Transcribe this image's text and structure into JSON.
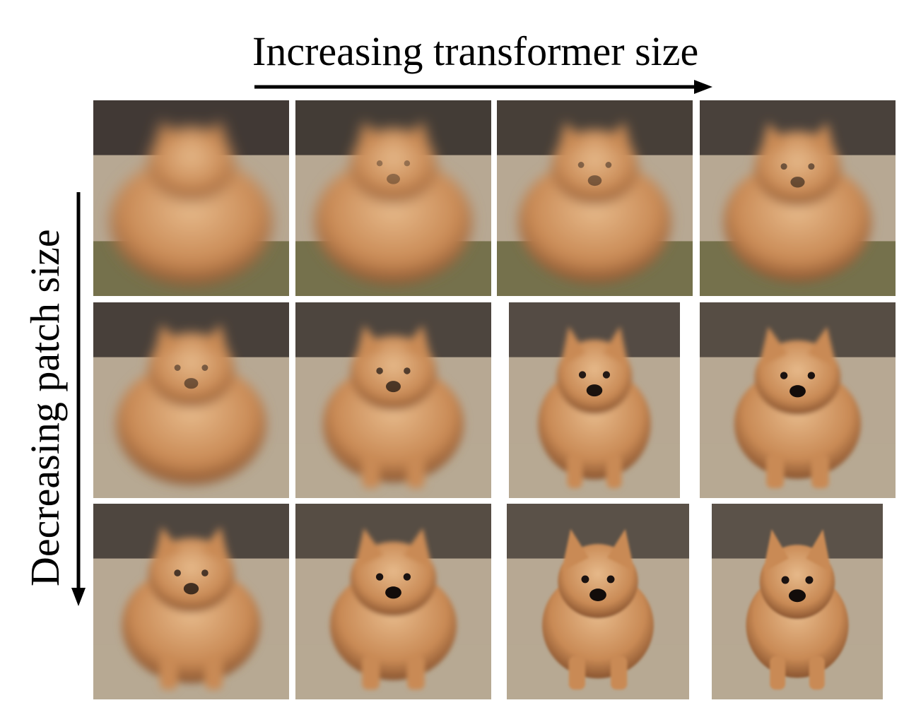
{
  "figure": {
    "column_axis_label": "Increasing transformer size",
    "row_axis_label": "Decreasing patch size",
    "grid": {
      "rows": 3,
      "columns": 4
    }
  },
  "samples": [
    {
      "row": 1,
      "col": 1,
      "quality": 0.05,
      "dog": "corgi-like blurry"
    },
    {
      "row": 1,
      "col": 2,
      "quality": 0.15,
      "dog": "blurry terrier"
    },
    {
      "row": 1,
      "col": 3,
      "quality": 0.25,
      "dog": "blurry terrier"
    },
    {
      "row": 1,
      "col": 4,
      "quality": 0.35,
      "dog": "terrier"
    },
    {
      "row": 2,
      "col": 1,
      "quality": 0.3,
      "dog": "blurry terrier"
    },
    {
      "row": 2,
      "col": 2,
      "quality": 0.5,
      "dog": "terrier"
    },
    {
      "row": 2,
      "col": 3,
      "quality": 0.75,
      "dog": "norwich terrier"
    },
    {
      "row": 2,
      "col": 4,
      "quality": 0.8,
      "dog": "norwich terrier"
    },
    {
      "row": 3,
      "col": 1,
      "quality": 0.55,
      "dog": "terrier"
    },
    {
      "row": 3,
      "col": 2,
      "quality": 0.8,
      "dog": "norwich terrier"
    },
    {
      "row": 3,
      "col": 3,
      "quality": 0.95,
      "dog": "norwich terrier"
    },
    {
      "row": 3,
      "col": 4,
      "quality": 1.0,
      "dog": "norwich terrier"
    }
  ],
  "colors": {
    "fur": "#c98a55",
    "fur_light": "#e6b98a",
    "fur_dark": "#8a5530",
    "grass": "#6e6a45",
    "floor": "#b7a893",
    "background_dark": "#2a2422"
  }
}
